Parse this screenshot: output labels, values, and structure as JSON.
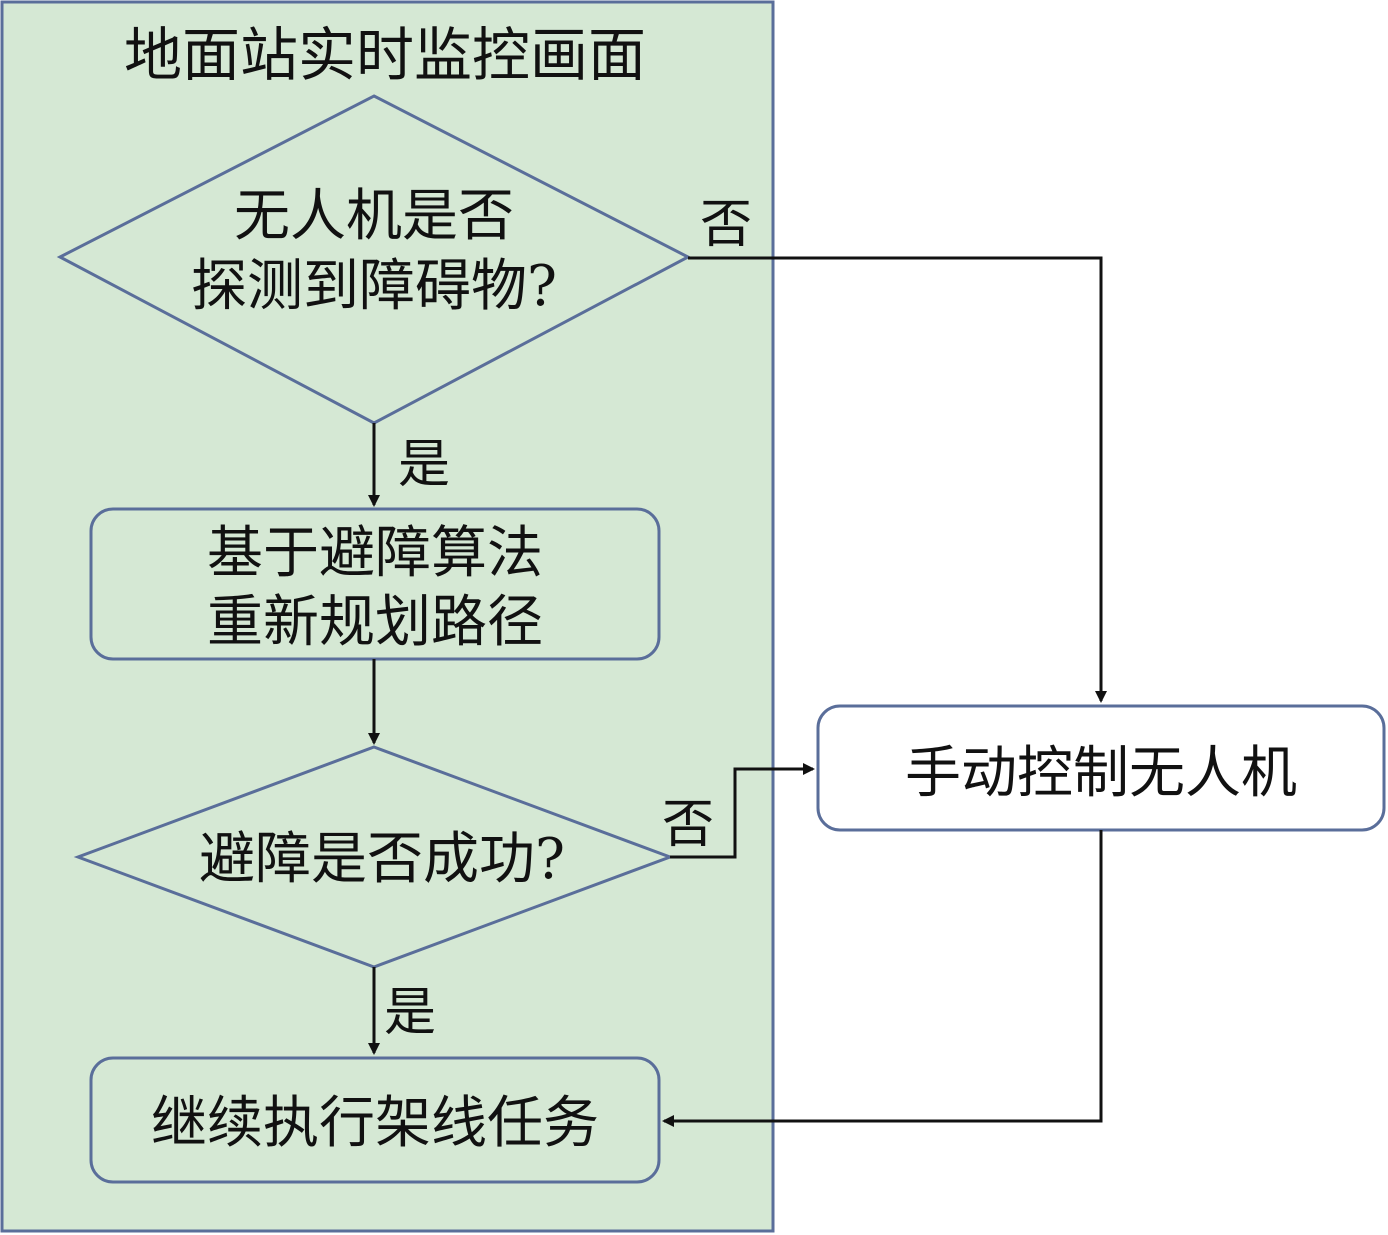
{
  "diagram": {
    "group": {
      "title": "地面站实时监控画面"
    },
    "nodes": {
      "detect": {
        "line1": "无人机是否",
        "line2": "探测到障碍物?"
      },
      "replan": {
        "line1": "基于避障算法",
        "line2": "重新规划路径"
      },
      "avoid_success": {
        "line1": "避障是否成功?"
      },
      "continue_task": {
        "line1": "继续执行架线任务"
      },
      "manual_control": {
        "line1": "手动控制无人机"
      }
    },
    "edges": {
      "detect_yes": "是",
      "detect_no": "否",
      "avoid_yes": "是",
      "avoid_no": "否"
    }
  },
  "colors": {
    "group_fill": "#d5e8d4",
    "group_stroke": "#5a6e9a",
    "node_stroke": "#5a6e9a",
    "node_fill_inside": "#d5e8d4",
    "node_fill_outside": "#ffffff",
    "arrow": "#111111"
  }
}
